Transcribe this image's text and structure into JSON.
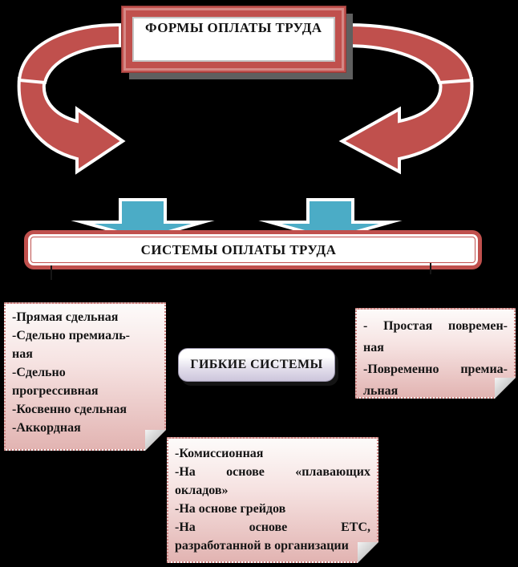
{
  "colors": {
    "red": "#C0504D",
    "red_light": "#D99694",
    "blue": "#4BACC6",
    "note_pink": "#E2B4B2",
    "lavender": "#CCC5DB",
    "background": "#000000"
  },
  "title_box": {
    "label": "ФОРМЫ ОПЛАТЫ ТРУДА"
  },
  "systems_bar": {
    "label": "СИСТЕМЫ ОПЛАТЫ ТРУДА"
  },
  "flexible_box": {
    "label": "ГИБКИЕ СИСТЕМЫ"
  },
  "notes": {
    "piecework": {
      "lines": [
        {
          "t": "-Прямая сдельная",
          "j": false
        },
        {
          "t": "-Сдельно премиаль-",
          "j": false
        },
        {
          "t": "ная",
          "j": false
        },
        {
          "t": "-Сдельно",
          "j": false
        },
        {
          "t": "прогрессивная",
          "j": false
        },
        {
          "t": "-Косвенно сдельная",
          "j": false
        },
        {
          "t": "-Аккордная",
          "j": false
        }
      ]
    },
    "time_based": {
      "lines": [
        {
          "t": "- Простая повремен-",
          "j": true
        },
        {
          "t": "ная",
          "j": false
        },
        {
          "t": "-Повременно премиа-",
          "j": true
        },
        {
          "t": "льная",
          "j": false
        }
      ]
    },
    "flexible": {
      "lines": [
        {
          "t": "-Комиссионная",
          "j": false
        },
        {
          "t": "-На основе «плавающих",
          "j": true
        },
        {
          "t": "окладов»",
          "j": false
        },
        {
          "t": "-На основе грейдов",
          "j": false
        },
        {
          "t": "-На основе ЕТС,",
          "j": true
        },
        {
          "t": "разработанной в организации",
          "j": false
        }
      ]
    }
  },
  "icons": {
    "left_arrow": "curved-arrow-left-icon",
    "right_arrow": "curved-arrow-right-icon",
    "down_arrow": "down-arrow-icon"
  }
}
